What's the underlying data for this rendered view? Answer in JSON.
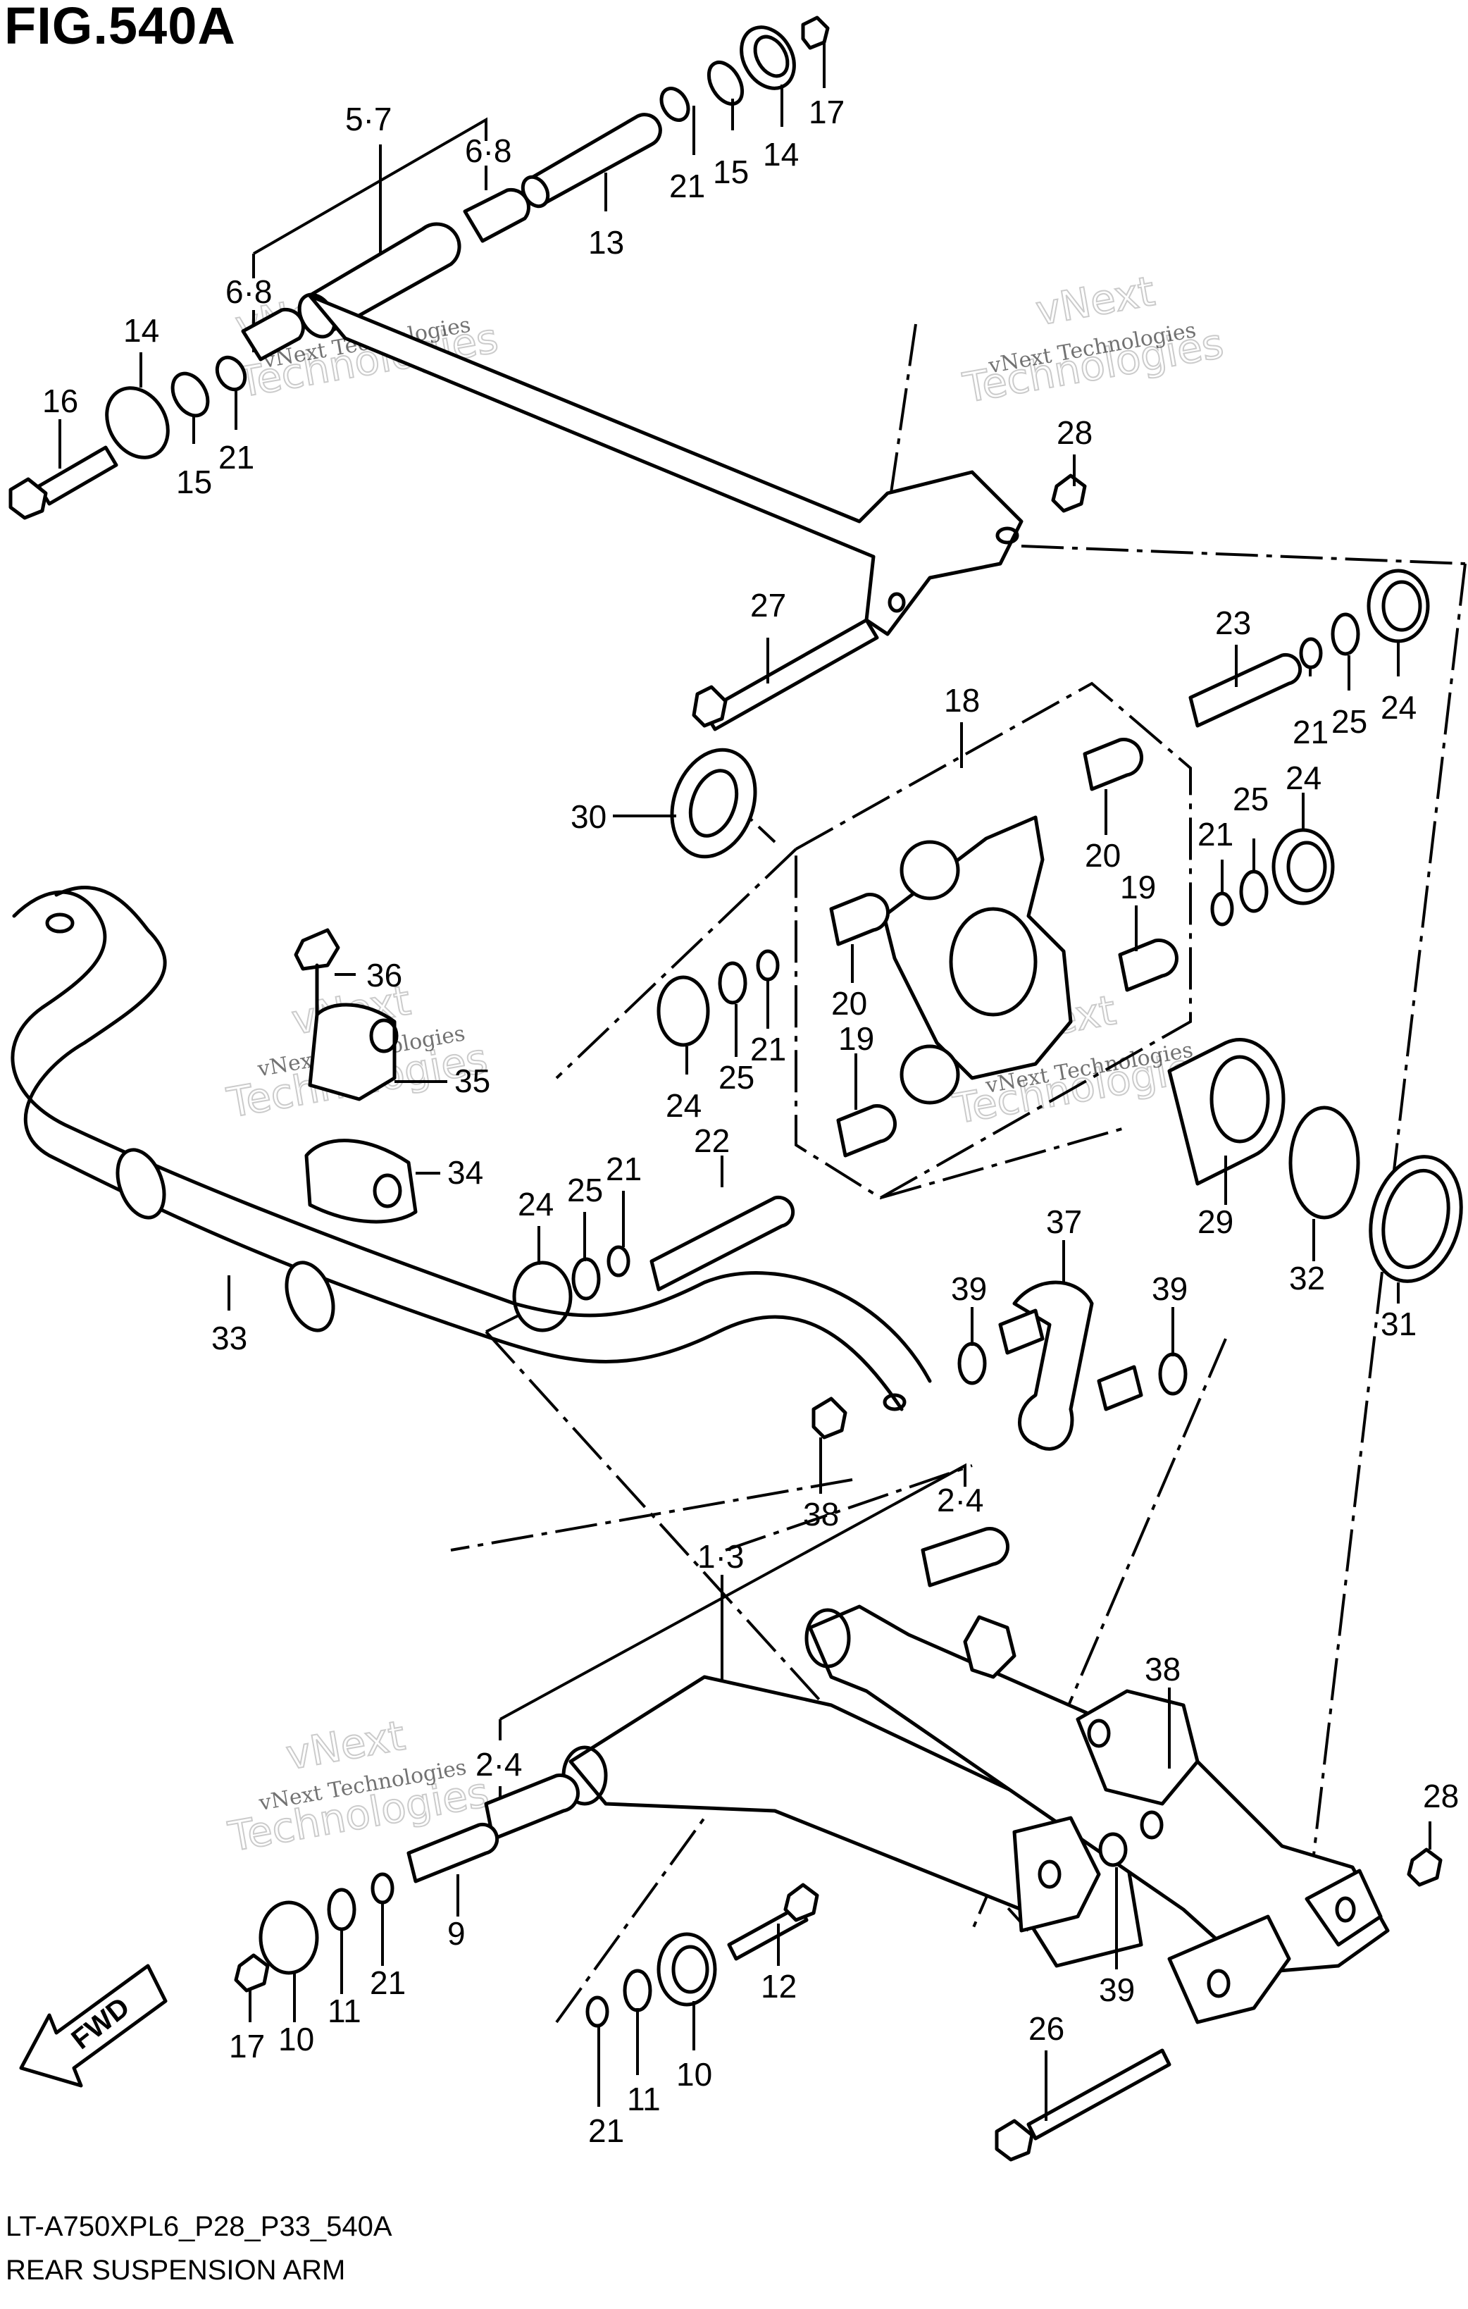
{
  "figure": {
    "title": "FIG.540A",
    "code": "LT-A750XPL6_P28_P33_540A",
    "caption": "REAR SUSPENSION ARM"
  },
  "watermark": {
    "line1": "vNext",
    "line2": "Technologies",
    "small": "vNext Technologies"
  },
  "fwd_label": "FWD",
  "labels": {
    "l_5_7": "5·7",
    "l_6_8a": "6·8",
    "l_6_8b": "6·8",
    "l_13": "13",
    "l_21a": "21",
    "l_15a": "15",
    "l_14a": "14",
    "l_17a": "17",
    "l_14b": "14",
    "l_16": "16",
    "l_15b": "15",
    "l_21b": "21",
    "l_28a": "28",
    "l_27": "27",
    "l_23": "23",
    "l_21c": "21",
    "l_25a": "25",
    "l_24a": "24",
    "l_18": "18",
    "l_30": "30",
    "l_24b": "24",
    "l_25b": "25",
    "l_21d": "21",
    "l_20a": "20",
    "l_19a": "19",
    "l_20b": "20",
    "l_19b": "19",
    "l_36": "36",
    "l_35": "35",
    "l_24c": "24",
    "l_25c": "25",
    "l_21e": "21",
    "l_22": "22",
    "l_34": "34",
    "l_24d": "24",
    "l_25d": "25",
    "l_21f": "21",
    "l_29": "29",
    "l_32": "32",
    "l_31": "31",
    "l_33": "33",
    "l_37": "37",
    "l_39a": "39",
    "l_39b": "39",
    "l_38a": "38",
    "l_2_4a": "2·4",
    "l_1_3": "1·3",
    "l_38b": "38",
    "l_2_4b": "2·4",
    "l_28b": "28",
    "l_9": "9",
    "l_21g": "21",
    "l_11a": "11",
    "l_10a": "10",
    "l_17b": "17",
    "l_12": "12",
    "l_39c": "39",
    "l_26": "26",
    "l_21h": "21",
    "l_11b": "11",
    "l_10b": "10"
  }
}
